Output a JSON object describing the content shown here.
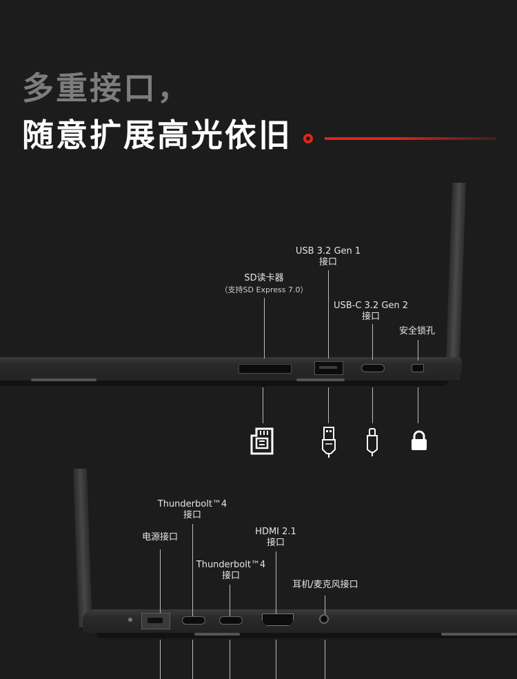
{
  "headline": {
    "line1": "多重接口，",
    "line2": "随意扩展高光依旧",
    "accent_color": "#e1251b"
  },
  "top_laptop": {
    "labels": {
      "usb_a": {
        "line1": "USB 3.2 Gen 1",
        "line2": "接口"
      },
      "sd": {
        "line1": "SD读卡器",
        "line2": "（支持SD Express 7.0）"
      },
      "usb_c": {
        "line1": "USB-C 3.2 Gen 2",
        "line2": "接口"
      },
      "lock": {
        "line1": "安全锁孔"
      }
    },
    "icons": [
      "sd-card-icon",
      "usb-a-plug-icon",
      "usb-c-plug-icon",
      "padlock-icon"
    ]
  },
  "bottom_laptop": {
    "labels": {
      "power": {
        "line1": "电源接口"
      },
      "tb_a": {
        "line1": "Thunderbolt™4",
        "line2": "接口"
      },
      "tb_b": {
        "line1": "Thunderbolt™4",
        "line2": "接口"
      },
      "hdmi": {
        "line1": "HDMI 2.1",
        "line2": "接口"
      },
      "audio": {
        "line1": "耳机/麦克风接口"
      }
    }
  }
}
